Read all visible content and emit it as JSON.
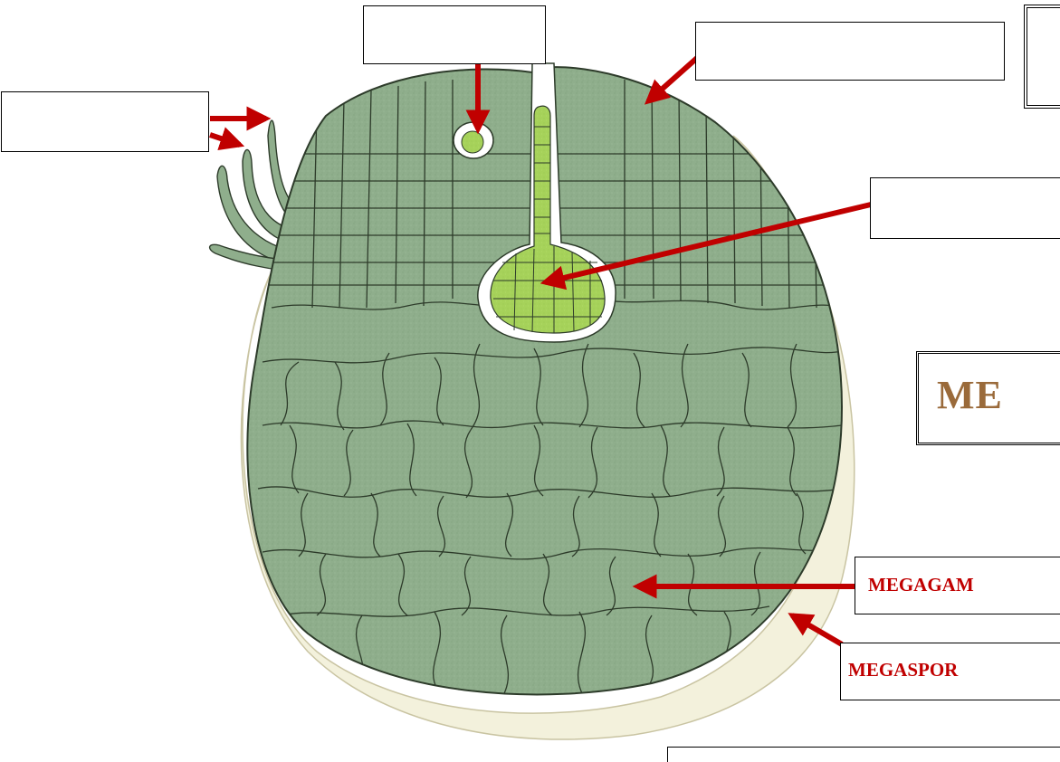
{
  "diagram": {
    "labels": {
      "megagametophyte": "MEGAGAM",
      "megaspore": "MEGASPOR",
      "title": "ME"
    },
    "colors": {
      "tissue": "#8fae8c",
      "tissue_dark": "#7f9f7c",
      "cell_line": "#2d3b2a",
      "egg_region": "#a6d25a",
      "wall": "#f3f1dc",
      "arrow": "#c00000",
      "label_red": "#c00000",
      "title_brown": "#9a6a3a"
    },
    "blank_boxes": [
      "top-center",
      "top-right",
      "left",
      "right",
      "bottom"
    ]
  }
}
